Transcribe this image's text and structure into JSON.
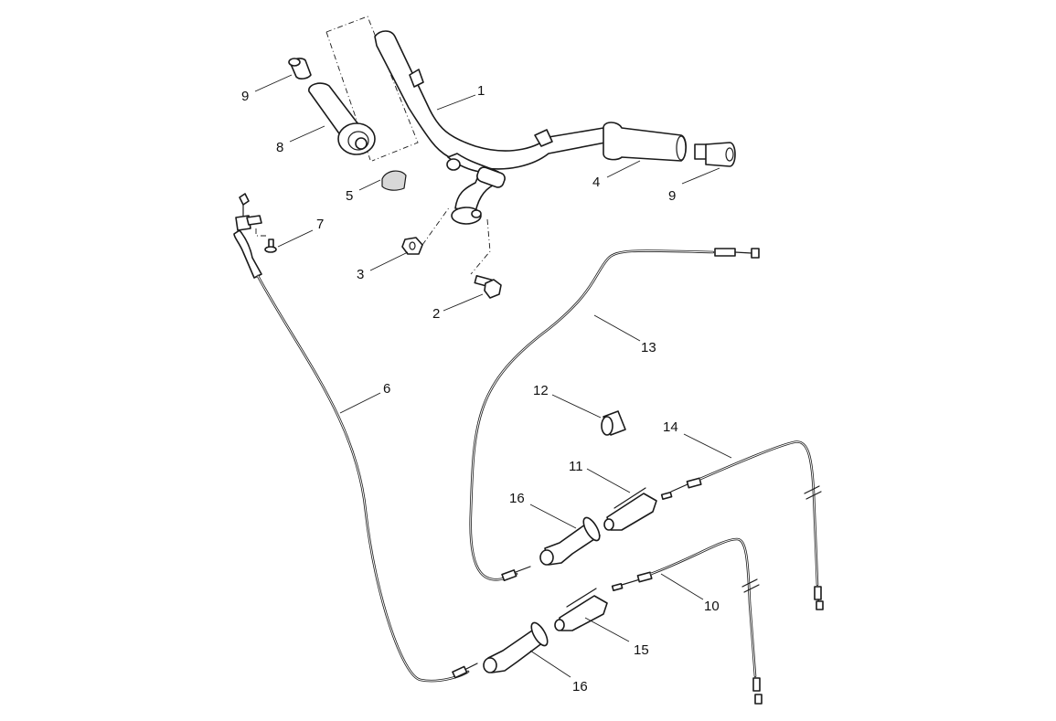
{
  "diagram": {
    "type": "exploded-parts-view",
    "subject": "Handlebar, grips and control cables",
    "callouts": [
      {
        "id": "c1",
        "label": "1",
        "part": "handlebar"
      },
      {
        "id": "c2",
        "label": "2",
        "part": "bolt"
      },
      {
        "id": "c3",
        "label": "3",
        "part": "nut"
      },
      {
        "id": "c4",
        "label": "4",
        "part": "left-grip"
      },
      {
        "id": "c5",
        "label": "5",
        "part": "cable-guide"
      },
      {
        "id": "c6",
        "label": "6",
        "part": "throttle-cable"
      },
      {
        "id": "c7",
        "label": "7",
        "part": "screw"
      },
      {
        "id": "c8",
        "label": "8",
        "part": "throttle-grip-assembly"
      },
      {
        "id": "c9a",
        "label": "9",
        "part": "bar-end-weight-left"
      },
      {
        "id": "c9b",
        "label": "9",
        "part": "bar-end-weight-right"
      },
      {
        "id": "c10",
        "label": "10",
        "part": "cable-lower"
      },
      {
        "id": "c11",
        "label": "11",
        "part": "cable-splitter-upper"
      },
      {
        "id": "c12",
        "label": "12",
        "part": "sleeve"
      },
      {
        "id": "c13",
        "label": "13",
        "part": "cable-upper"
      },
      {
        "id": "c14",
        "label": "14",
        "part": "cable-right"
      },
      {
        "id": "c15",
        "label": "15",
        "part": "cable-splitter-lower"
      },
      {
        "id": "c16a",
        "label": "16",
        "part": "splitter-cover-upper"
      },
      {
        "id": "c16b",
        "label": "16",
        "part": "splitter-cover-lower"
      }
    ]
  }
}
